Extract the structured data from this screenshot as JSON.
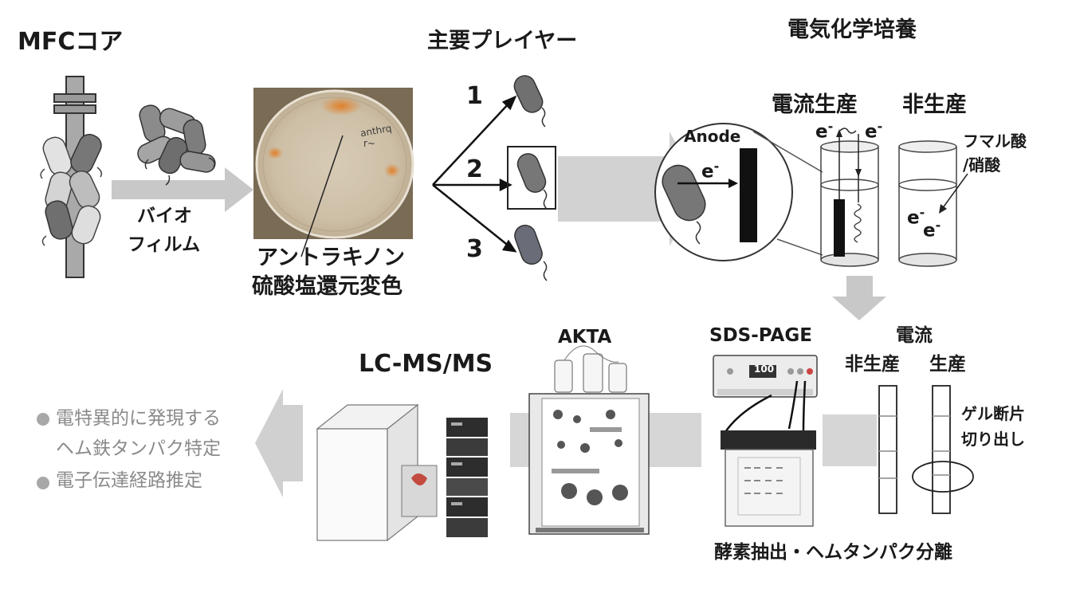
{
  "labels": {
    "mfc_core": "MFCコア",
    "biofilm_1": "バイオ",
    "biofilm_2": "フィルム",
    "anthraquinone_1": "アントラキノン",
    "anthraquinone_2": "硫酸塩還元変色",
    "main_players": "主要プレイヤー",
    "player_1": "1",
    "player_2": "2",
    "player_3": "3",
    "electrochem_culture": "電気化学培養",
    "current_producing": "電流生産",
    "non_producing": "非生産",
    "anode": "Anode",
    "electron": "e",
    "superscript_minus": "-",
    "fumarate_1": "フマル酸",
    "fumarate_2": "/硝酸",
    "sds_page": "SDS-PAGE",
    "current_header": "電流",
    "non_production": "非生産",
    "production": "生産",
    "gel_cut_1": "ゲル断片",
    "gel_cut_2": "切り出し",
    "enzyme_extraction": "酵素抽出・ヘムタンパク分離",
    "akta": "AKTA",
    "lcmsms": "LC-MS/MS",
    "device_display": "100",
    "result_1a": "電特異的に発現する",
    "result_1b": "ヘム鉄タンパク特定",
    "result_2": "電子伝達経路推定",
    "plate_note_1": "anthrq",
    "plate_note_2": "r~"
  },
  "colors": {
    "arrow_gray": "#c8c8c8",
    "cell_dark": "#6d6d6d",
    "cell_mid": "#a3a3a3",
    "cell_light": "#cfcfcf",
    "plate_orange": "#e0802a"
  }
}
